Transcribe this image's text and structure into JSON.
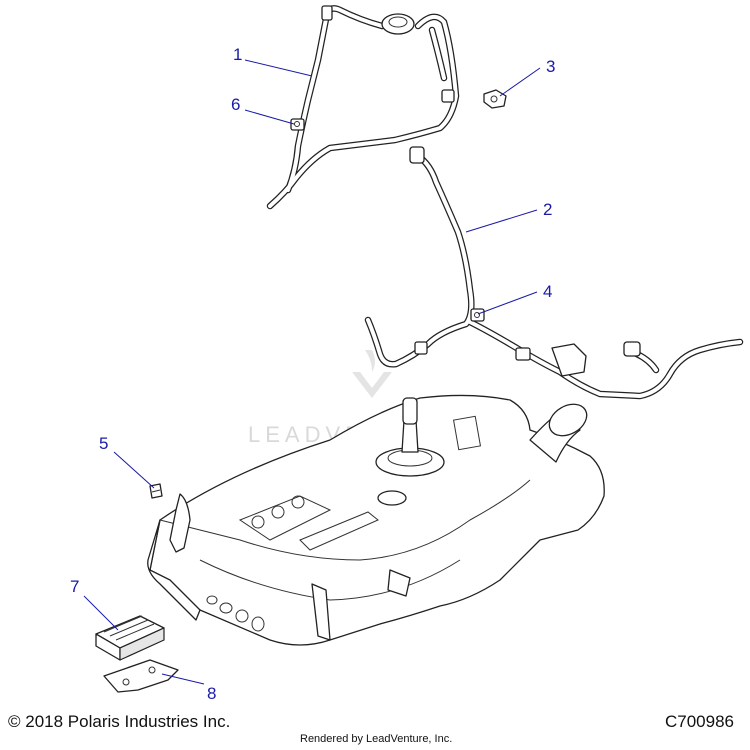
{
  "watermark": {
    "text": "LEADVENTURE"
  },
  "callouts": [
    {
      "id": "1",
      "label": "1"
    },
    {
      "id": "2",
      "label": "2"
    },
    {
      "id": "3",
      "label": "3"
    },
    {
      "id": "4",
      "label": "4"
    },
    {
      "id": "5",
      "label": "5"
    },
    {
      "id": "6",
      "label": "6"
    },
    {
      "id": "7",
      "label": "7"
    },
    {
      "id": "8",
      "label": "8"
    }
  ],
  "footer": {
    "copyright": "© 2018 Polaris Industries Inc.",
    "rendered_by": "Rendered by LeadVenture, Inc.",
    "diagram_code": "C700986"
  },
  "colors": {
    "callout": "#1a1aa8",
    "line_art": "#222222",
    "watermark": "#d9d9d9"
  }
}
